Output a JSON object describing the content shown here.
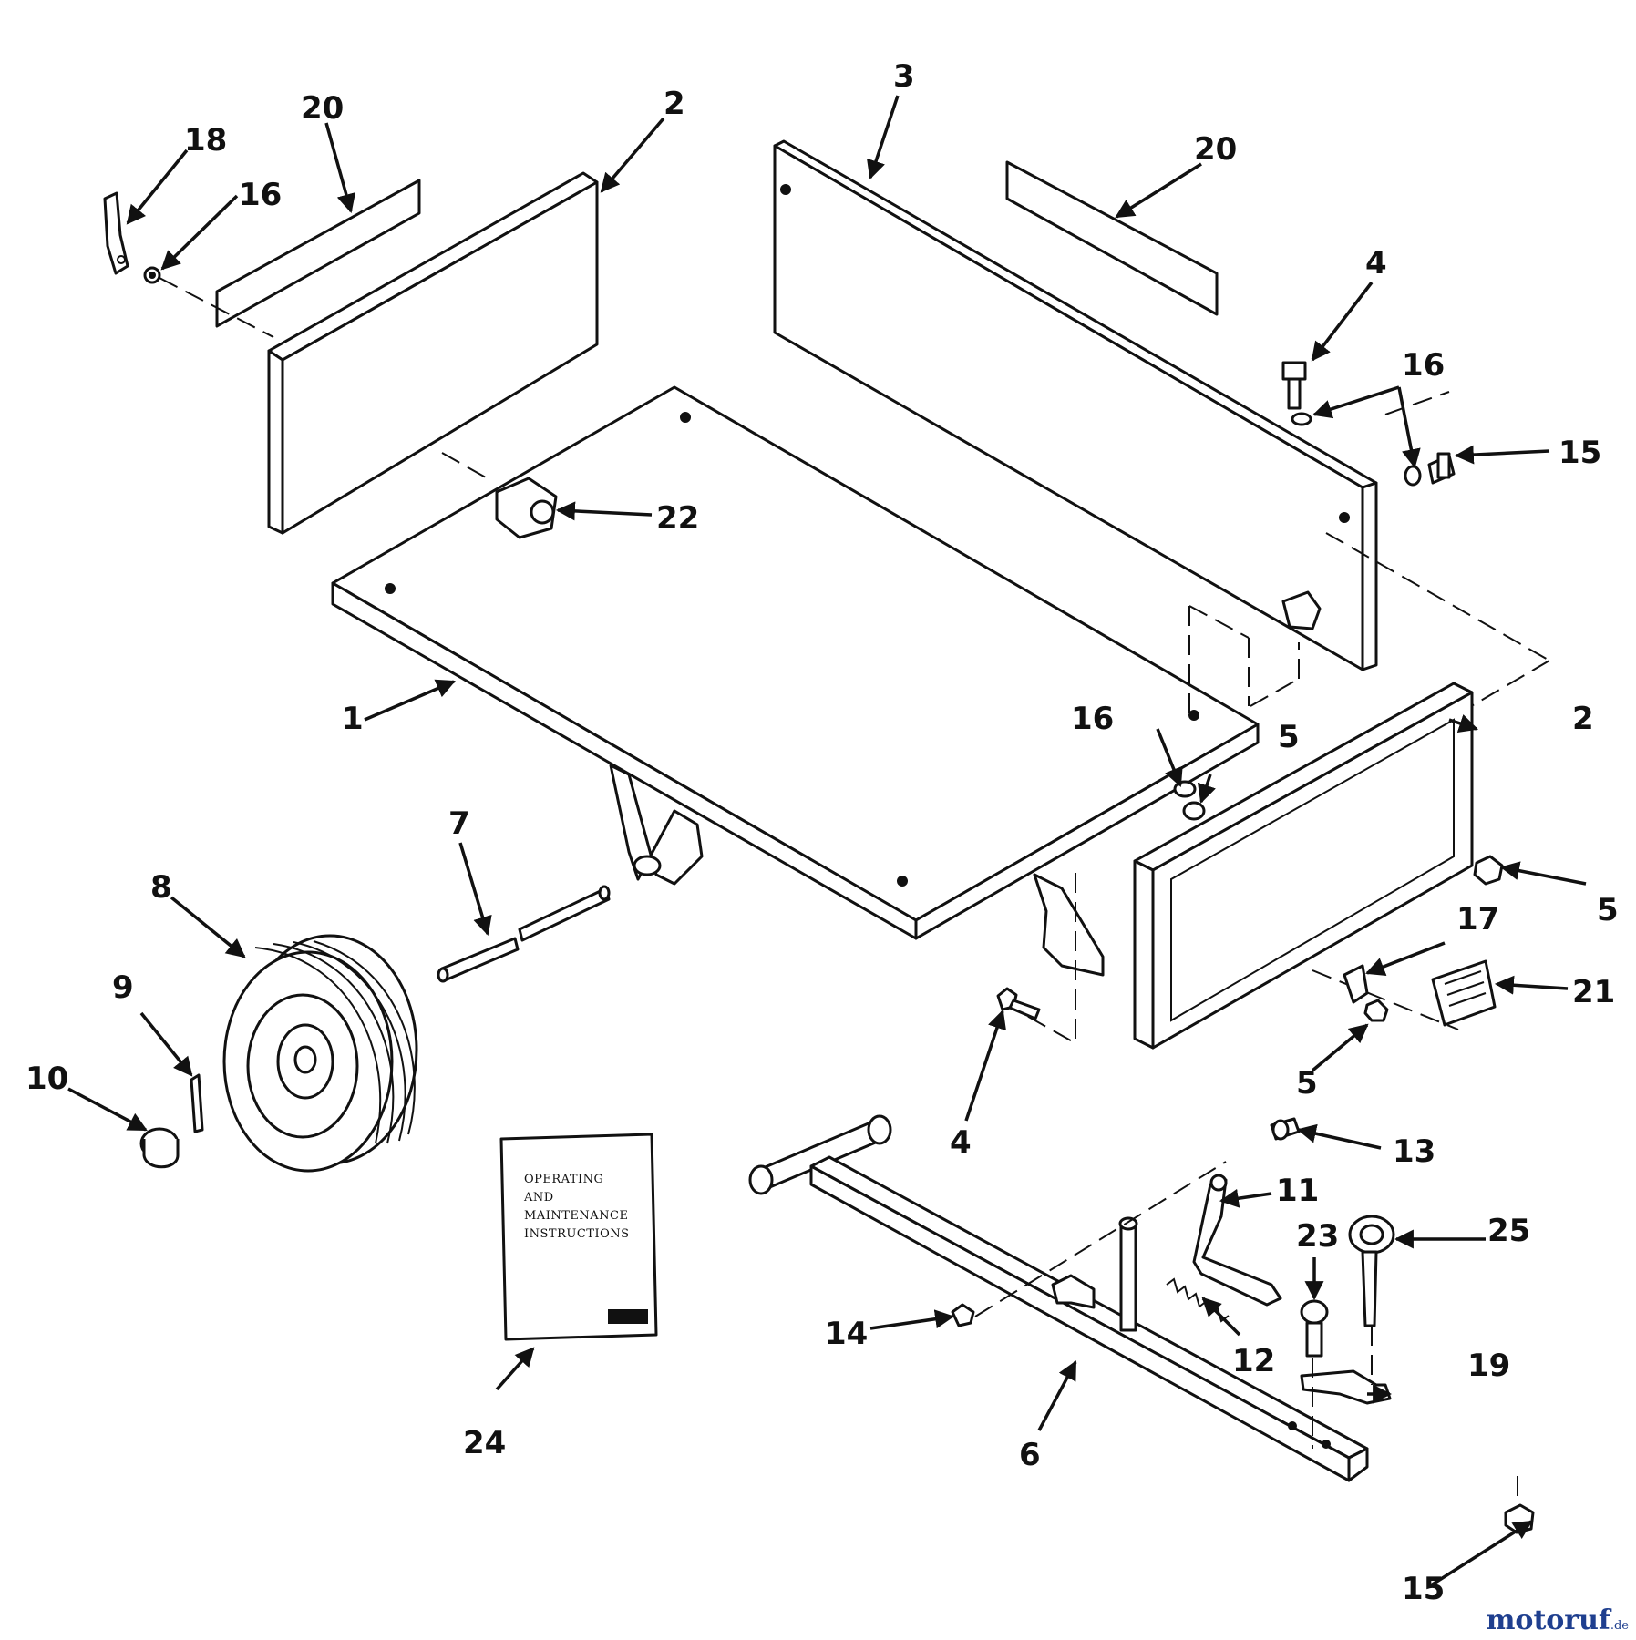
{
  "booklet": {
    "line1": "OPERATING",
    "line2": "AND",
    "line3": "MAINTENANCE",
    "line4": "INSTRUCTIONS"
  },
  "callouts": {
    "c1": "1",
    "c2a": "2",
    "c2b": "2",
    "c3": "3",
    "c4a": "4",
    "c4b": "4",
    "c5a": "5",
    "c5b": "5",
    "c5c": "5",
    "c6": "6",
    "c7": "7",
    "c8": "8",
    "c9": "9",
    "c10": "10",
    "c11": "11",
    "c12": "12",
    "c13": "13",
    "c14": "14",
    "c15a": "15",
    "c15b": "15",
    "c16a": "16",
    "c16b": "16",
    "c16c": "16",
    "c17": "17",
    "c18": "18",
    "c19": "19",
    "c20a": "20",
    "c20b": "20",
    "c21": "21",
    "c22": "22",
    "c23": "23",
    "c24": "24",
    "c25": "25"
  },
  "watermark": {
    "name": "motoruf",
    "suffix": ".de"
  }
}
